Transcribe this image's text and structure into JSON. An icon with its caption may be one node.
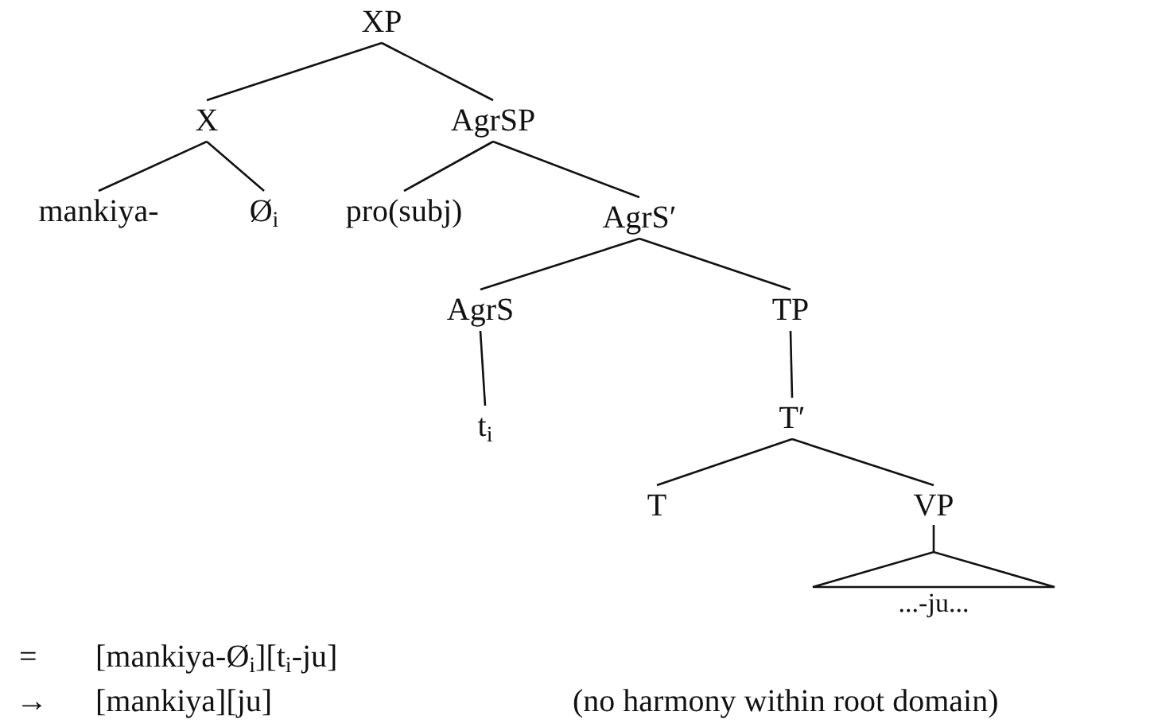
{
  "diagram": {
    "nodes": [
      {
        "text": [
          "XP"
        ]
      },
      {
        "text": [
          "X"
        ]
      },
      {
        "text": [
          "AgrSP"
        ]
      },
      {
        "text": [
          "mankiya-"
        ]
      },
      {
        "text": [
          "Ø$_{i}$"
        ]
      },
      {
        "text": [
          "pro(subj)"
        ]
      },
      {
        "text": [
          "AgrS′"
        ]
      },
      {
        "text": [
          "AgrS"
        ]
      },
      {
        "text": [
          "TP"
        ]
      },
      {
        "text": [
          "t$_{i}$"
        ]
      },
      {
        "text": [
          "T′"
        ]
      },
      {
        "text": [
          "T"
        ]
      },
      {
        "text": [
          "VP"
        ]
      },
      {
        "text": [],
        "shape": "triangle",
        "beside": [
          "...-ju..."
        ]
      }
    ],
    "edges": [
      {
        "from": 0,
        "to": 1,
        "arrow": "none"
      },
      {
        "from": 0,
        "to": 2,
        "arrow": "none"
      },
      {
        "from": 1,
        "to": 3,
        "arrow": "none"
      },
      {
        "from": 1,
        "to": 4,
        "arrow": "none"
      },
      {
        "from": 2,
        "to": 5,
        "arrow": "none"
      },
      {
        "from": 2,
        "to": 6,
        "arrow": "none"
      },
      {
        "from": 6,
        "to": 7,
        "arrow": "none"
      },
      {
        "from": 6,
        "to": 8,
        "arrow": "none"
      },
      {
        "from": 7,
        "to": 9,
        "arrow": "none"
      },
      {
        "from": 8,
        "to": 10,
        "arrow": "none"
      },
      {
        "from": 10,
        "to": 11,
        "arrow": "none"
      },
      {
        "from": 10,
        "to": 12,
        "arrow": "none"
      },
      {
        "from": 12,
        "to": 13,
        "arrow": "none"
      }
    ],
    "labels": [
      "=",
      "[mankiya-Ø$_{i}$][t$_{i}$-ju]",
      "→",
      "[mankiya][ju]",
      "(no harmony within root domain)"
    ]
  }
}
